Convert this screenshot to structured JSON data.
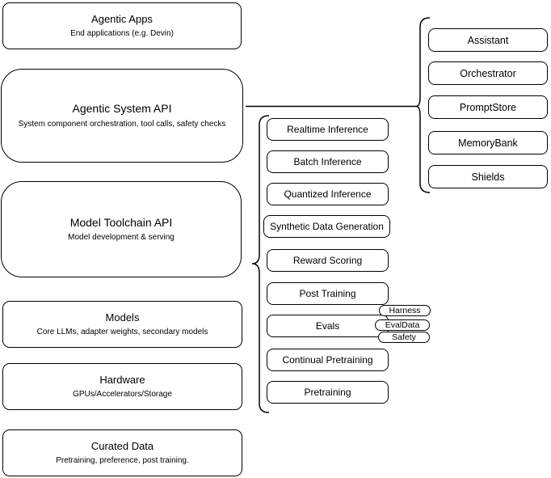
{
  "diagram": {
    "stack": [
      {
        "title": "Agentic Apps",
        "subtitle": "End applications (e.g. Devin)"
      },
      {
        "title": "Agentic System API",
        "subtitle": "System component orchestration, tool calls, safety checks"
      },
      {
        "title": "Model Toolchain API",
        "subtitle": "Model development & serving"
      },
      {
        "title": "Models",
        "subtitle": "Core LLMs, adapter weights, secondary models"
      },
      {
        "title": "Hardware",
        "subtitle": "GPUs/Accelerators/Storage"
      },
      {
        "title": "Curated Data",
        "subtitle": "Pretraining, preference, post training."
      }
    ],
    "toolchain": [
      "Realtime Inference",
      "Batch Inference",
      "Quantized Inference",
      "Synthetic Data Generation",
      "Reward Scoring",
      "Post Training",
      "Evals",
      "Continual Pretraining",
      "Pretraining"
    ],
    "eval_badges": [
      "Harness",
      "EvalData",
      "Safety"
    ],
    "system_components": [
      "Assistant",
      "Orchestrator",
      "PromptStore",
      "MemoryBank",
      "Shields"
    ],
    "colors": {
      "stroke": "#000000",
      "fill": "#ffffff",
      "text": "#000000"
    }
  }
}
